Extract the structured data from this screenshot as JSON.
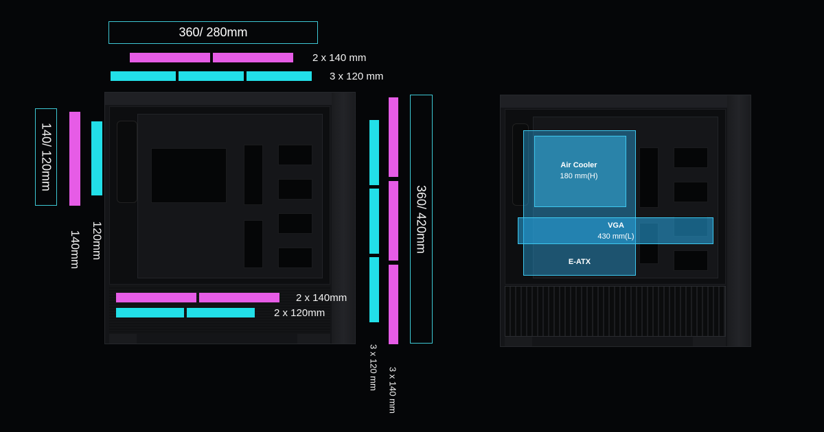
{
  "colors": {
    "magenta": "#e65ce6",
    "cyan": "#22dfe8",
    "frame": "#3ec9d6",
    "background": "#050608",
    "highlight": "#28aae6"
  },
  "top_radiator_label": "360/ 280mm",
  "top_140_label": "2 x 140 mm",
  "top_120_label": "3 x 120 mm",
  "rear_radiator_label": "140/ 120mm",
  "rear_140_label": "140mm",
  "rear_120_label": "120mm",
  "bottom_140_label": "2 x 140mm",
  "bottom_120_label": "2 x 120mm",
  "front_radiator_label": "360/ 420mm",
  "front_120_label": "3 x 120 mm",
  "front_140_label": "3 x 140 mm",
  "air_cooler_title": "Air Cooler",
  "air_cooler_value": "180 mm(H)",
  "vga_title": "VGA",
  "vga_value": "430 mm(L)",
  "motherboard_label": "E-ATX"
}
